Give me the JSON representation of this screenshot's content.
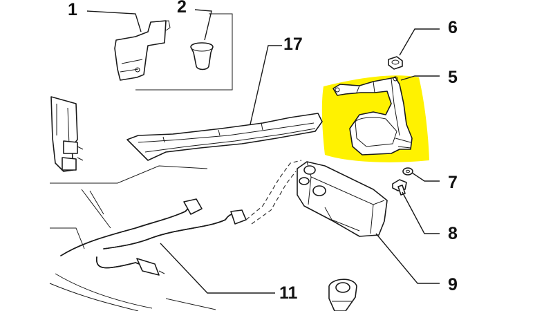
{
  "highlight_color": "#fff200",
  "callouts": {
    "c1": "1",
    "c2": "2",
    "c17": "17",
    "c6": "6",
    "c5": "5",
    "c7": "7",
    "c8": "8",
    "c9": "9",
    "c11": "11"
  }
}
